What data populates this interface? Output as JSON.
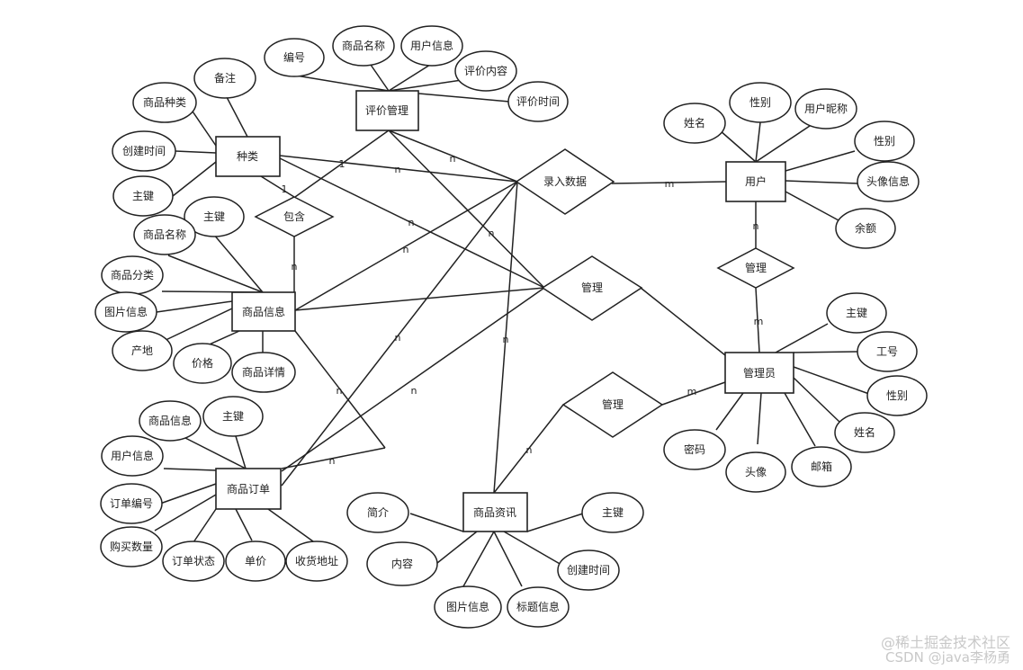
{
  "entities": {
    "comment_mgmt": "评价管理",
    "category": "种类",
    "product": "商品信息",
    "order": "商品订单",
    "user": "用户",
    "admin": "管理员",
    "news": "商品资讯"
  },
  "relationships": {
    "contains": "包含",
    "entry": "录入数据",
    "manage1": "管理",
    "manage2": "管理",
    "manage3": "管理"
  },
  "attributes": {
    "cm_id": "编号",
    "cm_pname": "商品名称",
    "cm_uinfo": "用户信息",
    "cm_content": "评价内容",
    "cm_time": "评价时间",
    "cat_note": "备注",
    "cat_kind": "商品种类",
    "cat_time": "创建时间",
    "cat_pk": "主键",
    "p_pk": "主键",
    "p_name": "商品名称",
    "p_cat": "商品分类",
    "p_img": "图片信息",
    "p_origin": "产地",
    "p_price": "价格",
    "p_detail": "商品详情",
    "o_pinfo": "商品信息",
    "o_pk": "主键",
    "o_uinfo": "用户信息",
    "o_no": "订单编号",
    "o_qty": "购买数量",
    "o_status": "订单状态",
    "o_price": "单价",
    "o_addr": "收货地址",
    "u_name": "姓名",
    "u_gender": "性别",
    "u_nick": "用户昵称",
    "u_gender2": "性别",
    "u_avatar": "头像信息",
    "u_balance": "余额",
    "a_pk": "主键",
    "a_no": "工号",
    "a_gender": "性别",
    "a_name": "姓名",
    "a_email": "邮箱",
    "a_avatar": "头像",
    "a_pwd": "密码",
    "n_intro": "简介",
    "n_pk": "主键",
    "n_content": "内容",
    "n_time": "创建时间",
    "n_img": "图片信息",
    "n_title": "标题信息"
  },
  "cardinalities": {
    "c_cat_contains": "1",
    "c_cat_contains2": "1",
    "c_contains_product": "n",
    "c_cat_entry": "n",
    "c_cm_entry": "n",
    "c_cat_manage": "n",
    "c_product_entry": "n",
    "c_entry_order": "n",
    "c_cm_news": "n",
    "c_entry_news": "n",
    "c_order_entry2": "n",
    "c_product_order": "n",
    "c_order_loop": "n",
    "c_user_entry": "m",
    "c_user_manage": "n",
    "c_admin_manage": "m",
    "c_admin_manage3": "m",
    "c_news_manage3": "n"
  },
  "watermark": {
    "line1": "@稀土掘金技术社区",
    "line2": "CSDN @java李杨勇"
  }
}
